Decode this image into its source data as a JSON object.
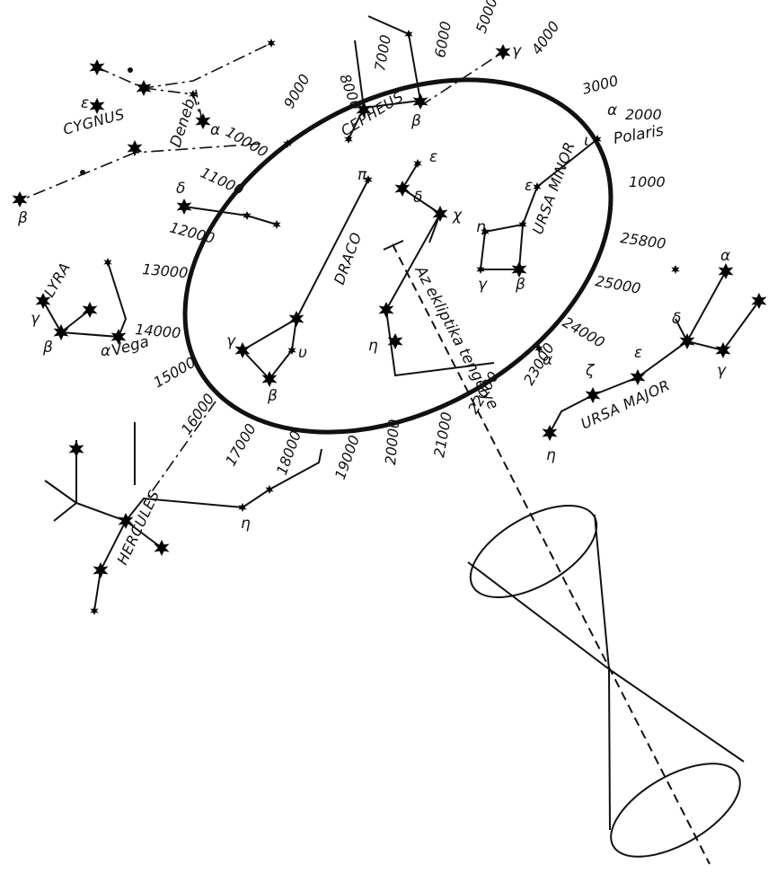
{
  "constellations": {
    "cygnus": "CYGNUS",
    "cepheus": "CEPHEUS",
    "ursa_minor": "URSA MINOR",
    "draco": "DRACO",
    "lyra": "LYRA",
    "hercules": "HERCULES",
    "ursa_major": "URSA MAJOR"
  },
  "stars": {
    "deneb": "Deneb",
    "vega": "Vega",
    "polaris": "Polaris"
  },
  "axis_label": "Az ekliptika tengelye",
  "years": [
    "5000",
    "4000",
    "3000",
    "2000",
    "1000",
    "25800",
    "25000",
    "24000",
    "23000",
    "22000",
    "21000",
    "20000",
    "19000",
    "18000",
    "17000",
    "16000",
    "15000",
    "14000",
    "13000",
    "12000",
    "11000",
    "10000",
    "9000",
    "8000",
    "7000",
    "6000"
  ],
  "greek": {
    "alpha": "α",
    "beta": "β",
    "gamma": "γ",
    "delta": "δ",
    "epsilon": "ε",
    "zeta": "ζ",
    "eta": "η",
    "iota": "ι",
    "pi": "π",
    "chi": "χ",
    "upsilon": "υ"
  }
}
